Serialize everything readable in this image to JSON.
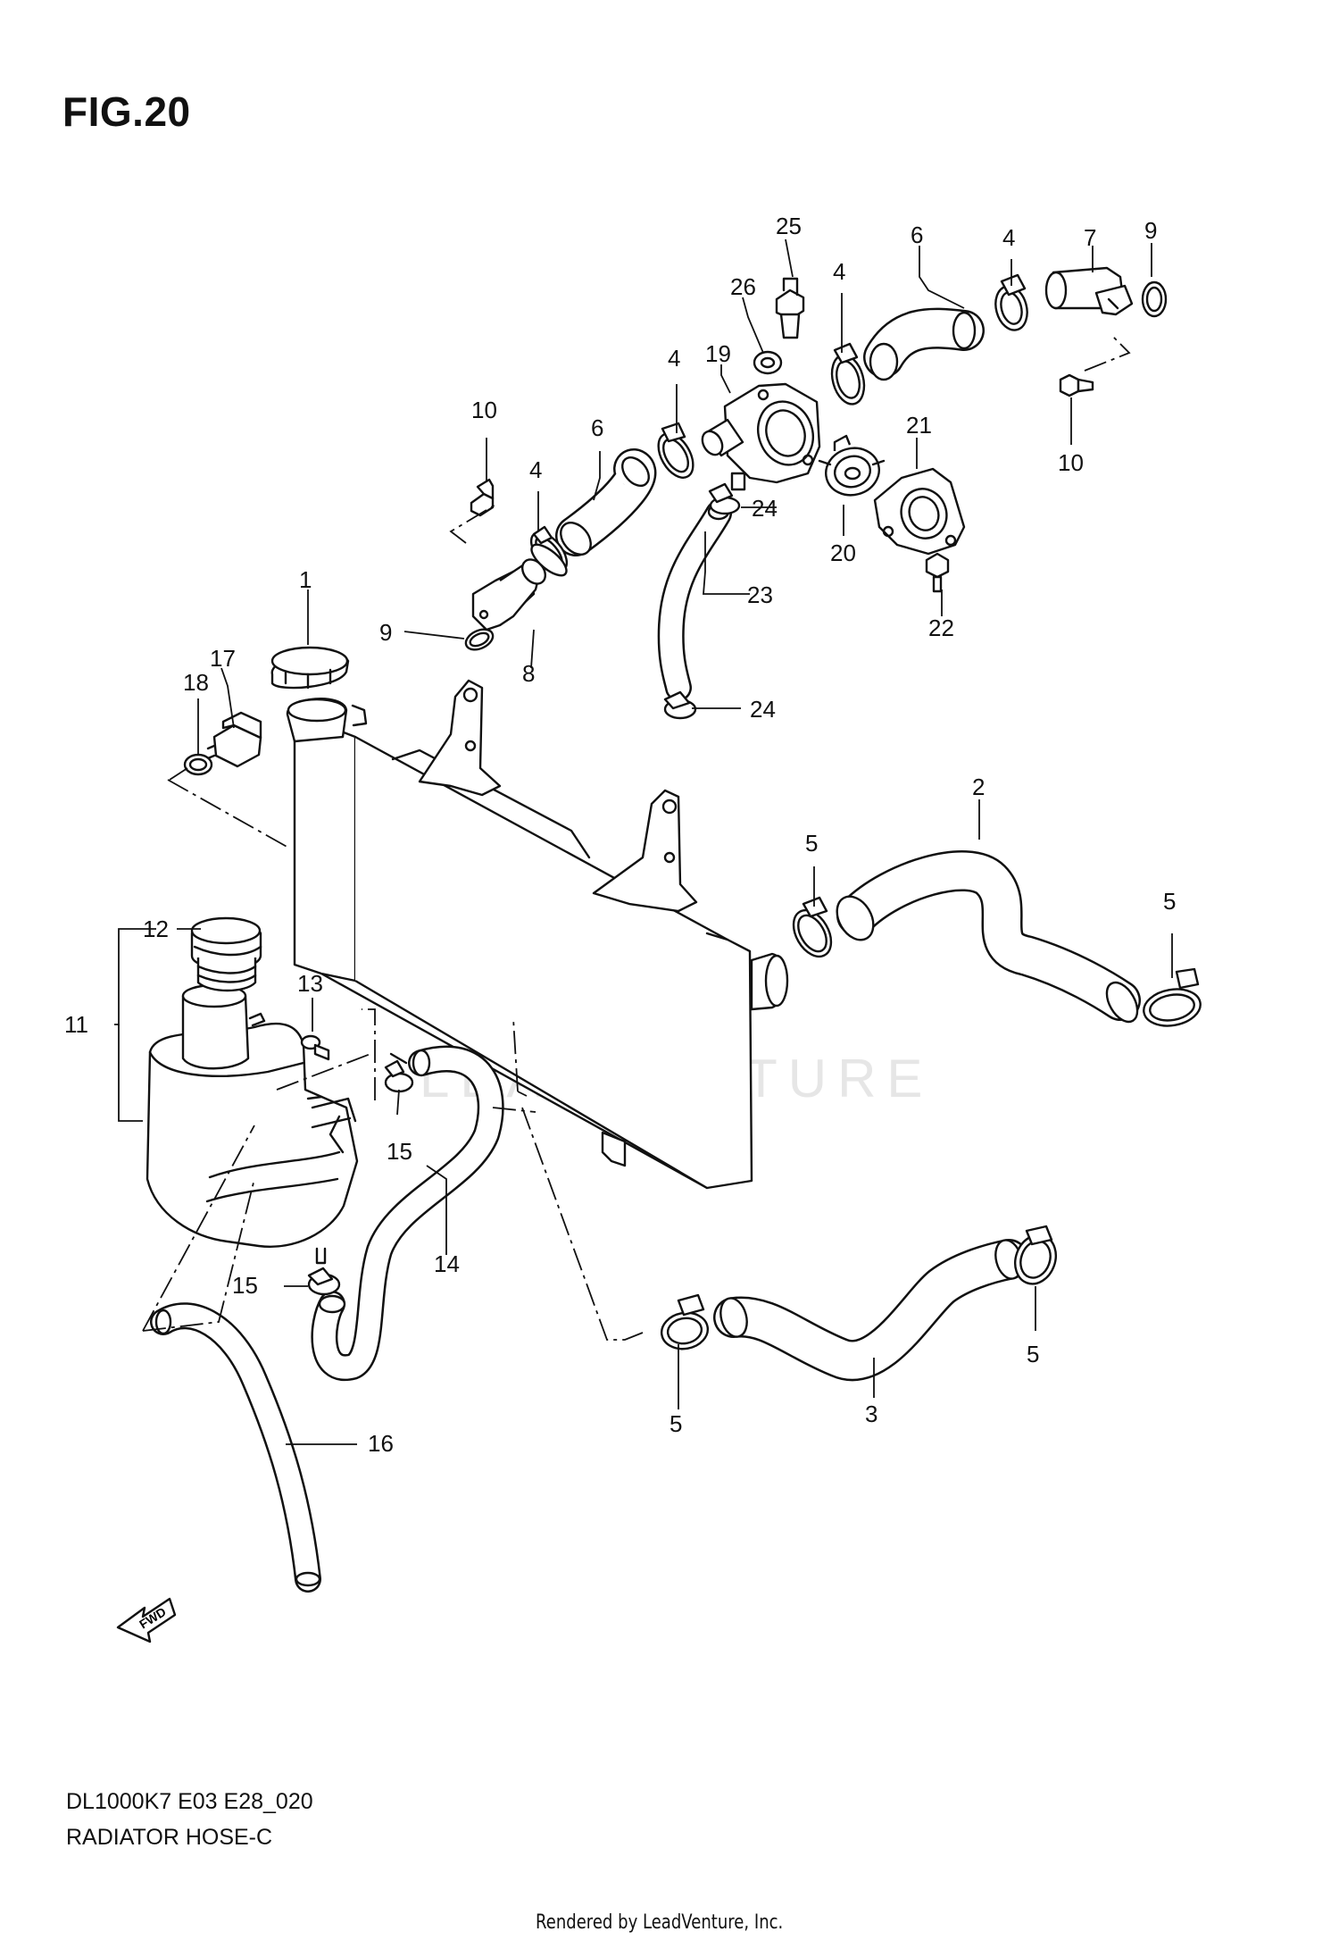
{
  "figure_title": "FIG.20",
  "diagram_code": "DL1000K7 E03 E28_020",
  "diagram_name": "RADIATOR HOSE-C",
  "watermark": "LEADVENTURE",
  "rendered_by": "Rendered by LeadVenture, Inc.",
  "fwd_label": "FWD",
  "callouts": {
    "c1": "1",
    "c2": "2",
    "c3": "3",
    "c4a": "4",
    "c4b": "4",
    "c4c": "4",
    "c4d": "4",
    "c5a": "5",
    "c5b": "5",
    "c5c": "5",
    "c5d": "5",
    "c6a": "6",
    "c6b": "6",
    "c7": "7",
    "c8": "8",
    "c9a": "9",
    "c9b": "9",
    "c10a": "10",
    "c10b": "10",
    "c11": "11",
    "c12": "12",
    "c13": "13",
    "c14": "14",
    "c15a": "15",
    "c15b": "15",
    "c16": "16",
    "c17": "17",
    "c18": "18",
    "c19": "19",
    "c20": "20",
    "c21": "21",
    "c22": "22",
    "c23": "23",
    "c24a": "24",
    "c24b": "24",
    "c25": "25",
    "c26": "26"
  }
}
